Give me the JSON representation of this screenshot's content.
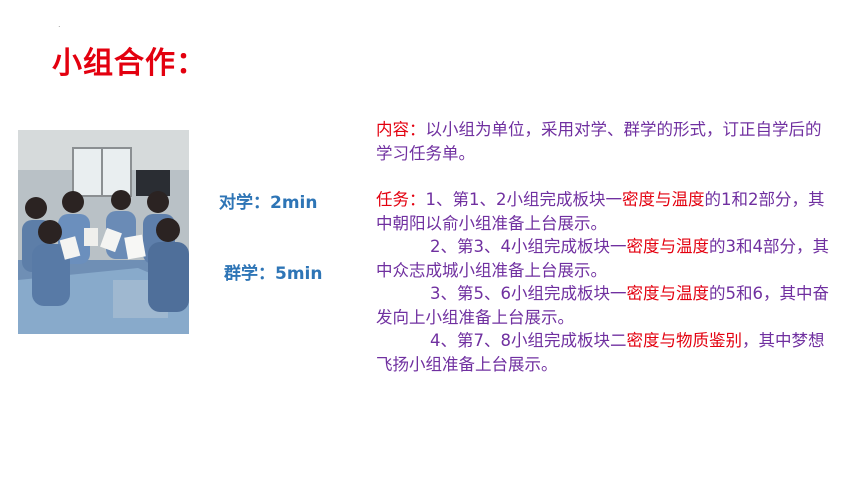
{
  "header": {
    "dot": ".",
    "title": "小组合作："
  },
  "timing": {
    "pair": "对学：2min",
    "group": "群学：5min"
  },
  "content": {
    "intro_label": "内容：",
    "intro_text": "以小组为单位，采用对学、群学的形式，订正自学后的学习任务单。",
    "task_label": "任务：",
    "tasks": [
      {
        "prefix": "1、第1、2小组完成板块一",
        "topic": "密度与温度",
        "suffix": "的1和2部分，其中朝阳以俞小组准备上台展示。"
      },
      {
        "prefix": "2、第3、4小组完成板块一",
        "topic": "密度与温度",
        "suffix": "的3和4部分，其中众志成城小组准备上台展示。"
      },
      {
        "prefix": "3、第5、6小组完成板块一",
        "topic": "密度与温度",
        "suffix": "的5和6，其中奋发向上小组准备上台展示。"
      },
      {
        "prefix": "4、第7、8小组完成板块二",
        "topic": "密度与物质鉴别",
        "suffix": "，其中梦想飞扬小组准备上台展示。"
      }
    ]
  },
  "colors": {
    "title": "#e3000f",
    "body": "#7030a0",
    "timing": "#2e75b6",
    "highlight": "#e3000f"
  }
}
